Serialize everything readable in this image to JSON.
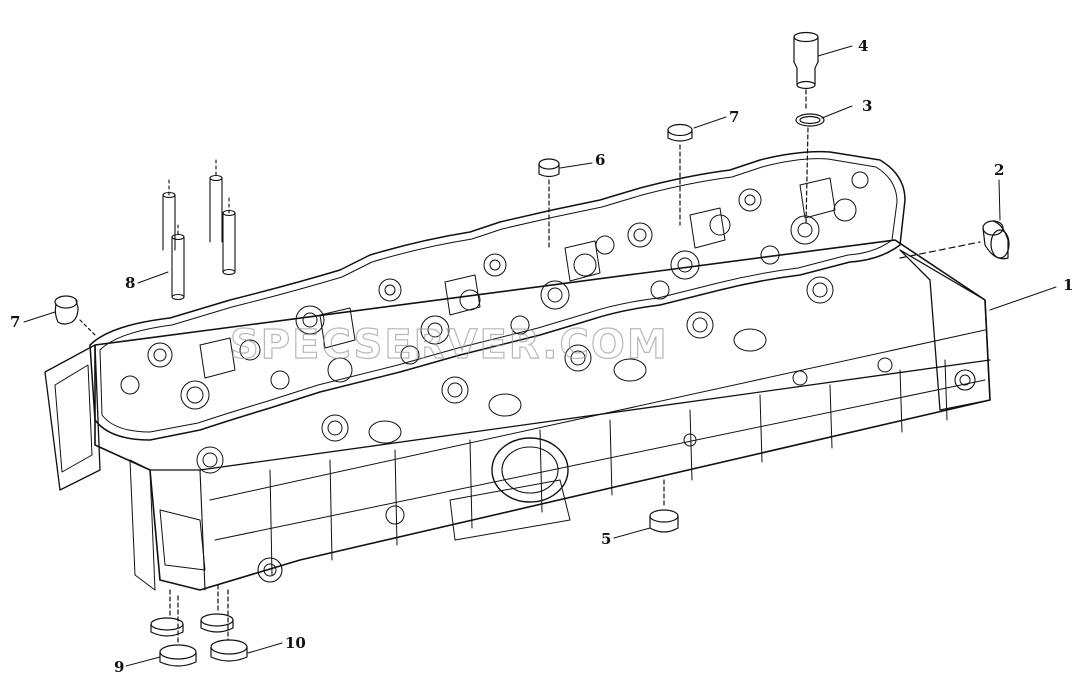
{
  "watermark": "SPECSERVER.COM",
  "callouts": {
    "c1": "1",
    "c2": "2",
    "c3": "3",
    "c4": "4",
    "c5": "5",
    "c6": "6",
    "c7a": "7",
    "c7b": "7",
    "c8": "8",
    "c9": "9",
    "c10": "10"
  },
  "colors": {
    "line": "#111111",
    "background": "#ffffff",
    "watermark": "#9a9a9a"
  }
}
